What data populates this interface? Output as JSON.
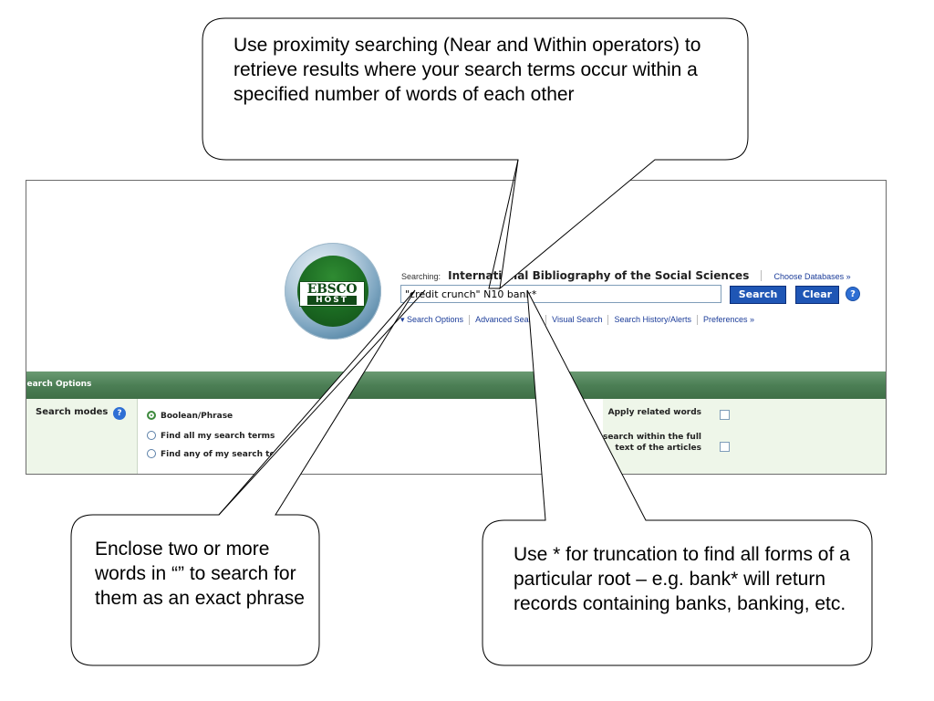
{
  "header": {
    "logo_ebsco": "EBSCO",
    "logo_host": "HOST",
    "searching_label": "Searching:",
    "database_name": "International Bibliography of the Social Sciences",
    "choose_databases": "Choose Databases »"
  },
  "search": {
    "query": "\"credit crunch\" N10 bank*",
    "search_button": "Search",
    "clear_button": "Clear",
    "help_icon": "?"
  },
  "links": [
    "▾ Search Options",
    "Advanced Search",
    "Visual Search",
    "Search History/Alerts",
    "Preferences »"
  ],
  "options": {
    "title": "Search Options",
    "modes_label": "Search modes",
    "modes": [
      {
        "label": "Boolean/Phrase",
        "selected": true
      },
      {
        "label": "Find all my search terms",
        "selected": false
      },
      {
        "label": "Find any of my search terms",
        "selected": false
      }
    ],
    "apply_related": "Apply related words",
    "also_search": "Also search within the full text of the articles"
  },
  "callouts": {
    "top": "Use proximity searching (Near and Within operators) to retrieve results where your search terms occur within a specified number of words of each other",
    "left": "Enclose two or more words in “” to search for them as an exact phrase",
    "right": "Use * for truncation to find all forms of a particular root – e.g. bank* will return records containing banks, banking, etc."
  }
}
